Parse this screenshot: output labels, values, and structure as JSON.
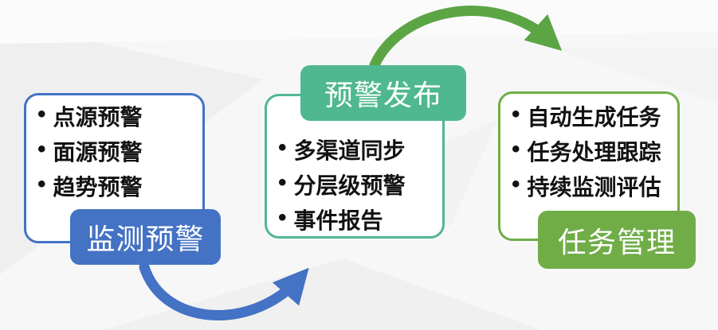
{
  "diagram": {
    "bullet": "•",
    "colors": {
      "blue": "#4472C4",
      "teal": "#4FB890",
      "green": "#70AD47",
      "card_background": "#ffffff",
      "text": "#121212",
      "label_text": "#ffffff"
    },
    "groups": [
      {
        "label": "监测预警",
        "items": [
          "点源预警",
          "面源预警",
          "趋势预警"
        ]
      },
      {
        "label": "预警发布",
        "items": [
          "多渠道同步",
          "分层级预警",
          "事件报告"
        ]
      },
      {
        "label": "任务管理",
        "items": [
          "自动生成任务",
          "任务处理跟踪",
          "持续监测评估"
        ]
      }
    ],
    "arrows": [
      {
        "name": "monitoring-to-release",
        "color": "#4472C4"
      },
      {
        "name": "release-to-task",
        "color": "#5CA544"
      }
    ]
  }
}
